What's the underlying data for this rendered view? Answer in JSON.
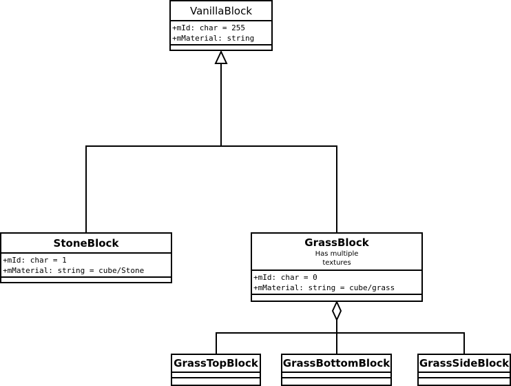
{
  "classes": {
    "vanilla": {
      "name": "VanillaBlock",
      "attributes": [
        "+mId: char = 255",
        "+mMaterial: string"
      ]
    },
    "stone": {
      "name": "StoneBlock",
      "attributes": [
        "+mId: char = 1",
        "+mMaterial: string = cube/Stone"
      ]
    },
    "grass": {
      "name": "GrassBlock",
      "note_line1": "Has multiple",
      "note_line2": "textures",
      "attributes": [
        "+mId: char = 0",
        "+mMaterial: string = cube/grass"
      ]
    },
    "grass_top": {
      "name": "GrassTopBlock"
    },
    "grass_bottom": {
      "name": "GrassBottomBlock"
    },
    "grass_side": {
      "name": "GrassSideBlock"
    }
  },
  "relations": {
    "generalization": "inheritance",
    "aggregation": "aggregation"
  }
}
